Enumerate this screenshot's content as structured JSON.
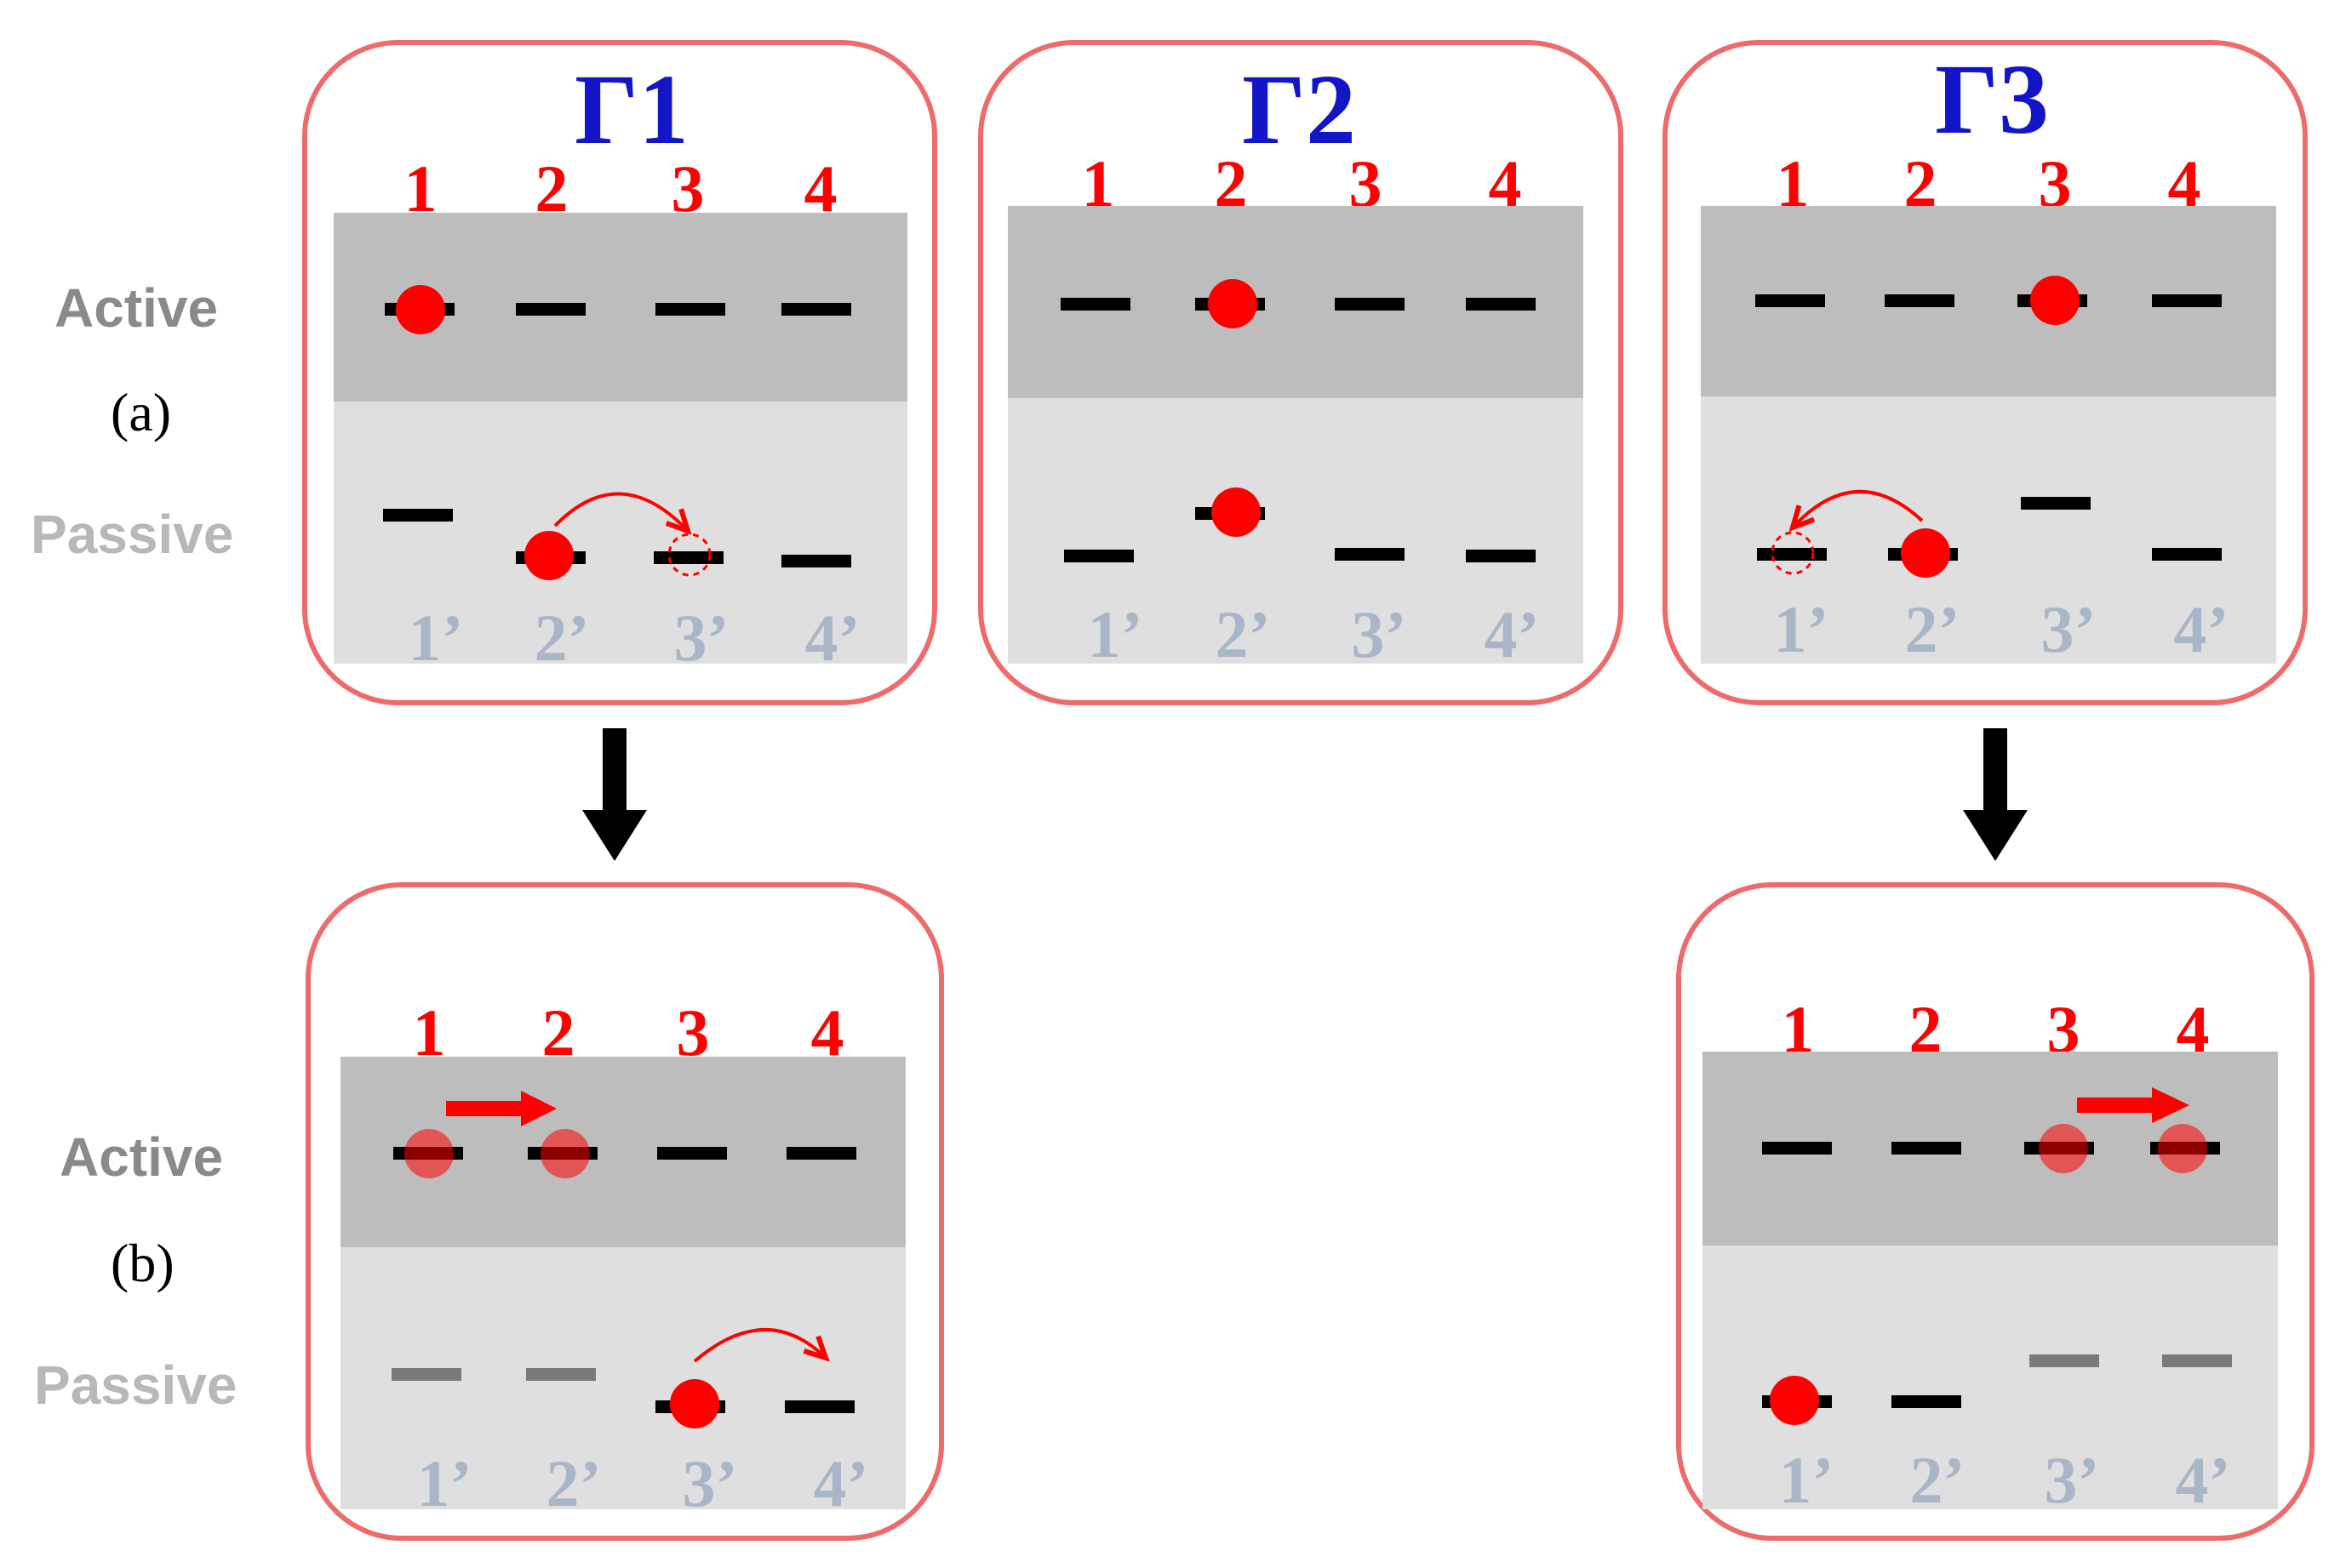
{
  "labels": {
    "active": "Active",
    "passive": "Passive",
    "case_a": "(a)",
    "case_b": "(b)"
  },
  "colors": {
    "frame": "#ee6b6b",
    "active_band": "#bdbdbd",
    "passive_band": "#dfdfdf",
    "site_label": "#ff0000",
    "passive_label": "#a9b6c8",
    "gamma_label": "#1515c8",
    "electron": "#ff0000",
    "level": "#000000",
    "level_faded": "#7a7a7a",
    "arrow": "#000000"
  },
  "panels": [
    {
      "id": "g1-a",
      "title": "Γ1",
      "sites": [
        "1",
        "2",
        "3",
        "4"
      ],
      "passive_sites": [
        "1’",
        "2’",
        "3’",
        "4’"
      ]
    },
    {
      "id": "g2-a",
      "title": "Γ2",
      "sites": [
        "1",
        "2",
        "3",
        "4"
      ],
      "passive_sites": [
        "1’",
        "2’",
        "3’",
        "4’"
      ]
    },
    {
      "id": "g3-a",
      "title": "Γ3",
      "sites": [
        "1",
        "2",
        "3",
        "4"
      ],
      "passive_sites": [
        "1’",
        "2’",
        "3’",
        "4’"
      ]
    },
    {
      "id": "g1-b",
      "title": "",
      "sites": [
        "1",
        "2",
        "3",
        "4"
      ],
      "passive_sites": [
        "1’",
        "2’",
        "3’",
        "4’"
      ]
    },
    {
      "id": "g3-b",
      "title": "",
      "sites": [
        "1",
        "2",
        "3",
        "4"
      ],
      "passive_sites": [
        "1’",
        "2’",
        "3’",
        "4’"
      ]
    }
  ],
  "icons": {
    "electron": "filled-red-circle",
    "hole": "dashed-red-circle",
    "hop": "curved-red-arrow",
    "shift": "straight-red-arrow",
    "flow": "black-down-arrow"
  }
}
